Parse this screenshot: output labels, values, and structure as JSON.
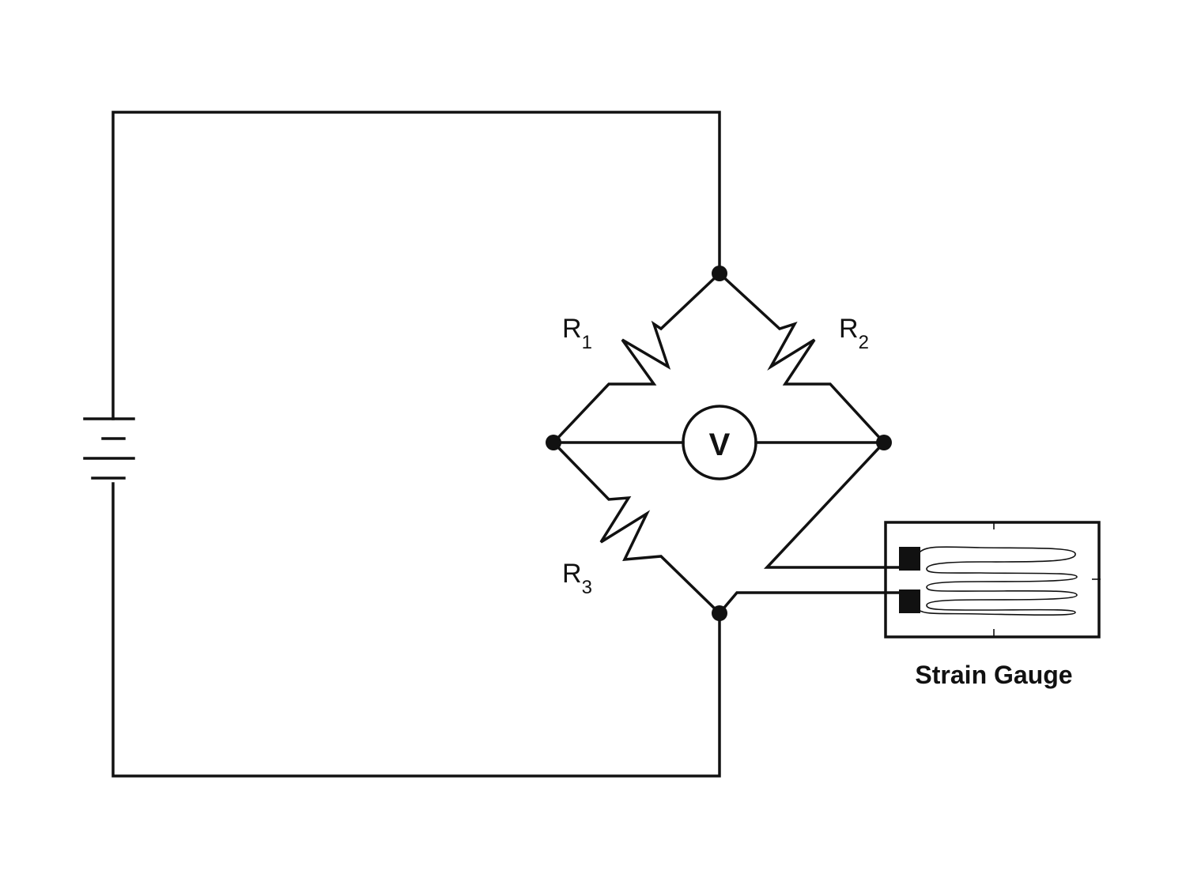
{
  "diagram": {
    "resistors": [
      {
        "letter": "R",
        "sub": "1"
      },
      {
        "letter": "R",
        "sub": "2"
      },
      {
        "letter": "R",
        "sub": "3"
      }
    ],
    "meter_label": "V",
    "gauge_label": "Strain Gauge"
  }
}
